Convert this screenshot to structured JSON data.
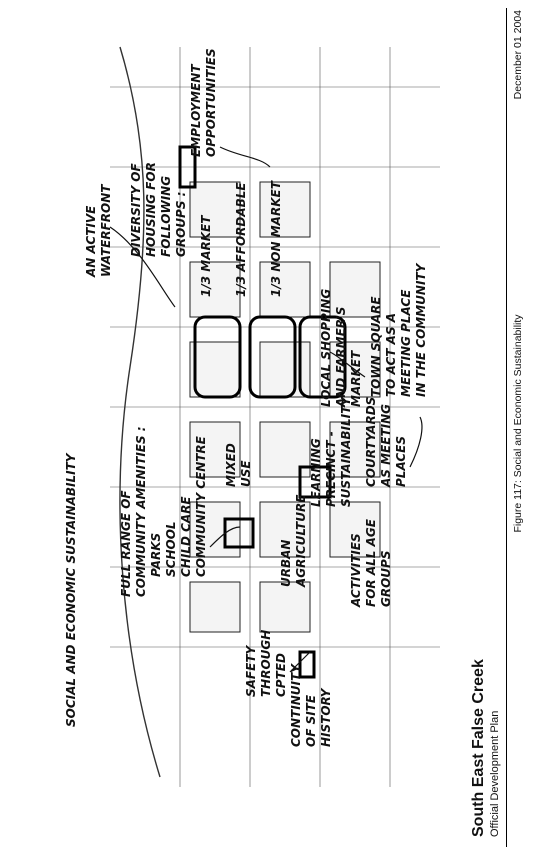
{
  "footer": {
    "project": "South East False Creek",
    "plan": "Official Development Plan",
    "figure": "Figure 117: Social and Economic Sustainability",
    "date": "December 01 2004"
  },
  "sketch": {
    "title": "SOCIAL AND ECONOMIC SUSTAINABILITY",
    "notes": {
      "active_waterfront": [
        "AN ACTIVE",
        "WATERFRONT"
      ],
      "employment": [
        "EMPLOYMENT",
        "OPPORTUNITIES"
      ],
      "diversity": [
        "DIVERSITY OF",
        "HOUSING FOR",
        "FOLLOWING",
        "GROUPS :"
      ],
      "housing_mix": [
        "1/3 MARKET",
        "1/3 AFFORDABLE",
        "1/3 NON MARKET"
      ],
      "amenities": [
        "FULL RANGE OF",
        "COMMUNITY AMENITIES :",
        "PARKS",
        "SCHOOL",
        "CHILD CARE",
        "COMMUNITY CENTRE"
      ],
      "mixed_use": [
        "MIXED",
        "USE"
      ],
      "local_shopping": [
        "LOCAL SHOPPING",
        "AND FARMER'S",
        "MARKET"
      ],
      "town_square": [
        "TOWN SQUARE",
        "TO ACT AS A",
        "MEETING PLACE",
        "IN THE COMMUNITY"
      ],
      "learning_precinct": [
        "LEARNING",
        "PRECINCT -",
        "SUSTAINABILITY"
      ],
      "urban_agriculture": [
        "URBAN",
        "AGRICULTURE"
      ],
      "courtyards": [
        "COURTYARDS",
        "AS MEETING",
        "PLACES"
      ],
      "activities": [
        "ACTIVITIES",
        "FOR ALL AGE",
        "GROUPS"
      ],
      "safety": [
        "SAFETY",
        "THROUGH",
        "CPTED"
      ],
      "continuity": [
        "CONTINUITY",
        "OF SITE",
        "HISTORY"
      ]
    }
  }
}
